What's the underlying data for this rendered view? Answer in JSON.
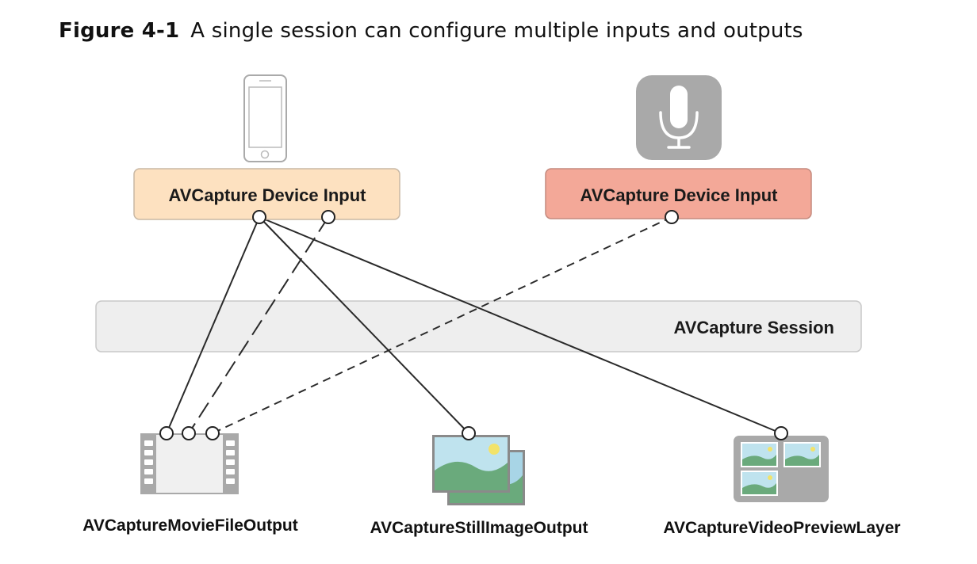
{
  "caption": {
    "number": "Figure 4-1",
    "text": "A single session can configure multiple inputs and outputs"
  },
  "inputs": {
    "camera": {
      "label": "AVCapture Device Input",
      "icon": "iphone-icon",
      "color": "#fde1c0"
    },
    "microphone": {
      "label": "AVCapture Device Input",
      "icon": "microphone-icon",
      "color": "#f3a898"
    }
  },
  "session": {
    "label": "AVCapture Session",
    "color": "#eeeeee"
  },
  "outputs": {
    "movie_file": {
      "label": "AVCaptureMovieFileOutput",
      "icon": "film-strip-icon"
    },
    "still_image": {
      "label": "AVCaptureStillImageOutput",
      "icon": "photos-icon"
    },
    "video_preview": {
      "label": "AVCaptureVideoPreviewLayer",
      "icon": "preview-layer-icon"
    }
  },
  "connections": [
    {
      "from": "camera.port1",
      "to": "movie_file.port1",
      "style": "solid"
    },
    {
      "from": "camera.port1",
      "to": "still_image.port",
      "style": "solid"
    },
    {
      "from": "camera.port1",
      "to": "video_preview.port",
      "style": "solid"
    },
    {
      "from": "camera.port2",
      "to": "movie_file.port2",
      "style": "dashed"
    },
    {
      "from": "microphone.port",
      "to": "movie_file.port3",
      "style": "dashed"
    }
  ]
}
